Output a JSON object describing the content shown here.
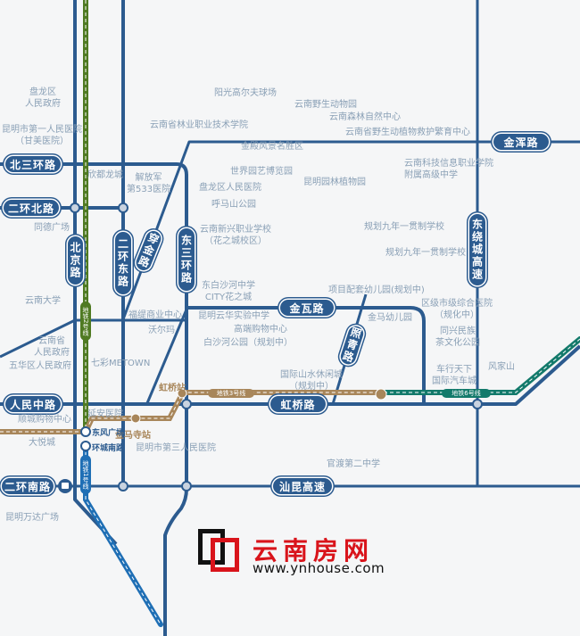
{
  "colors": {
    "road": "#2c5b8f",
    "poi_text": "#8aa0b6",
    "metro1": "#1f6fb5",
    "metro2": "#4f7a22",
    "metro3": "#a8865a",
    "metro6": "#137a6b",
    "logo_red": "#d9141b",
    "background": "#f5f6f7"
  },
  "roads": {
    "bei_san_huan": "北三环路",
    "er_huan_bei": "二环北路",
    "beijing": "北京路",
    "er_huan_dong": "二环东路",
    "chuan_jin": "穿金路",
    "dong_san_huan": "东三环路",
    "jin_hun": "金浑路",
    "dong_rao_cheng": "东绕城高速",
    "jin_wa": "金瓦路",
    "zhao_qing": "照青路",
    "renmin_zhong": "人民中路",
    "hongqiao": "虹桥路",
    "er_huan_nan": "二环南路",
    "shan_kun": "汕昆高速"
  },
  "metro": {
    "line1": "地铁1号线",
    "line2": "地铁2号线",
    "line3": "地铁3号线",
    "line6": "地铁6号线",
    "stations": {
      "hongqiao": "虹桥站",
      "jinmasi": "金马寺站",
      "dongfeng": "东风广场",
      "huancheng_nan": "环城南路"
    }
  },
  "pois": [
    {
      "name": "盘龙区\n人民政府"
    },
    {
      "name": "昆明市第一人民医院\n（甘美医院）"
    },
    {
      "name": "阳光高尔夫球场"
    },
    {
      "name": "云南野生动物园"
    },
    {
      "name": "云南森林自然中心"
    },
    {
      "name": "云南省林业职业技术学院"
    },
    {
      "name": "云南省野生动植物救护繁育中心"
    },
    {
      "name": "金殿风景名胜区"
    },
    {
      "name": "云南科技信息职业学院\n附属高级中学"
    },
    {
      "name": "欣都龙城"
    },
    {
      "name": "解放军\n第533医院"
    },
    {
      "name": "世界园艺博览园"
    },
    {
      "name": "昆明园林植物园"
    },
    {
      "name": "盘龙区人民医院"
    },
    {
      "name": "呼马山公园"
    },
    {
      "name": "同德广场"
    },
    {
      "name": "云南新兴职业学校\n（花之城校区）"
    },
    {
      "name": "规划九年一贯制学校"
    },
    {
      "name": "规划九年一贯制学校"
    },
    {
      "name": "东白沙河中学\nCITY花之城"
    },
    {
      "name": "项目配套幼儿园(规划中)"
    },
    {
      "name": "区级市级综合医院\n（规化中）"
    },
    {
      "name": "云南大学"
    },
    {
      "name": "福缇商业中心"
    },
    {
      "name": "昆明云华实验中学"
    },
    {
      "name": "金马幼儿园"
    },
    {
      "name": "高端购物中心"
    },
    {
      "name": "沃尔玛"
    },
    {
      "name": "同兴民族\n茶文化公园"
    },
    {
      "name": "白沙河公园（规划中）"
    },
    {
      "name": "云南省\n人民政府"
    },
    {
      "name": "五华区人民政府"
    },
    {
      "name": "七彩METOWN"
    },
    {
      "name": "风家山"
    },
    {
      "name": "车行天下\n国际汽车城"
    },
    {
      "name": "国际山水休闲城\n（规划中）"
    },
    {
      "name": "延安医院"
    },
    {
      "name": "顺城购物中心"
    },
    {
      "name": "大悦城"
    },
    {
      "name": "昆明市第三人民医院"
    },
    {
      "name": "官渡第二中学"
    },
    {
      "name": "昆明万达广场"
    }
  ],
  "logo": {
    "name": "云南房网",
    "url": "www.ynhouse.com"
  }
}
